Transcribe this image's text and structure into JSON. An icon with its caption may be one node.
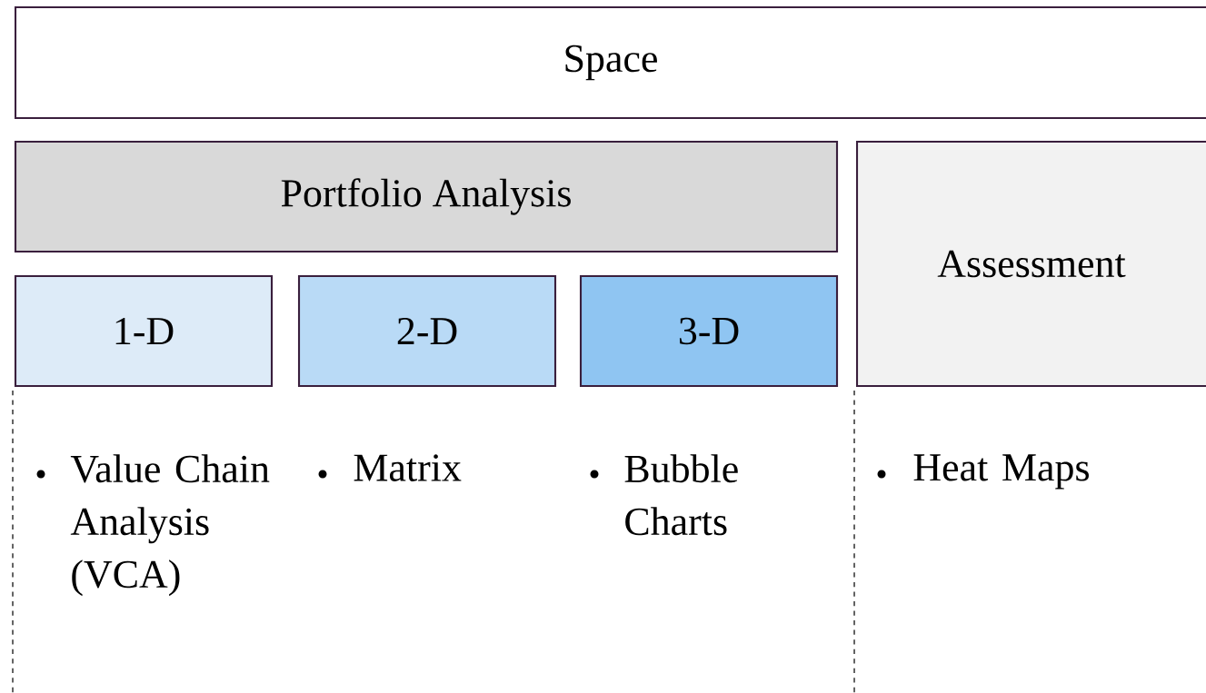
{
  "diagram": {
    "nodes": [
      {
        "text": [
          "Space"
        ]
      },
      {
        "text": [
          "Portfolio Analysis"
        ]
      },
      {
        "text": [
          "Assessment"
        ]
      },
      {
        "text": [
          "1-D"
        ]
      },
      {
        "text": [
          "2-D"
        ]
      },
      {
        "text": [
          "3-D"
        ]
      }
    ],
    "edges": [],
    "labels": [
      "Value Chain Analysis (VCA)",
      "Matrix",
      "Bubble Charts",
      "Heat Maps"
    ]
  }
}
